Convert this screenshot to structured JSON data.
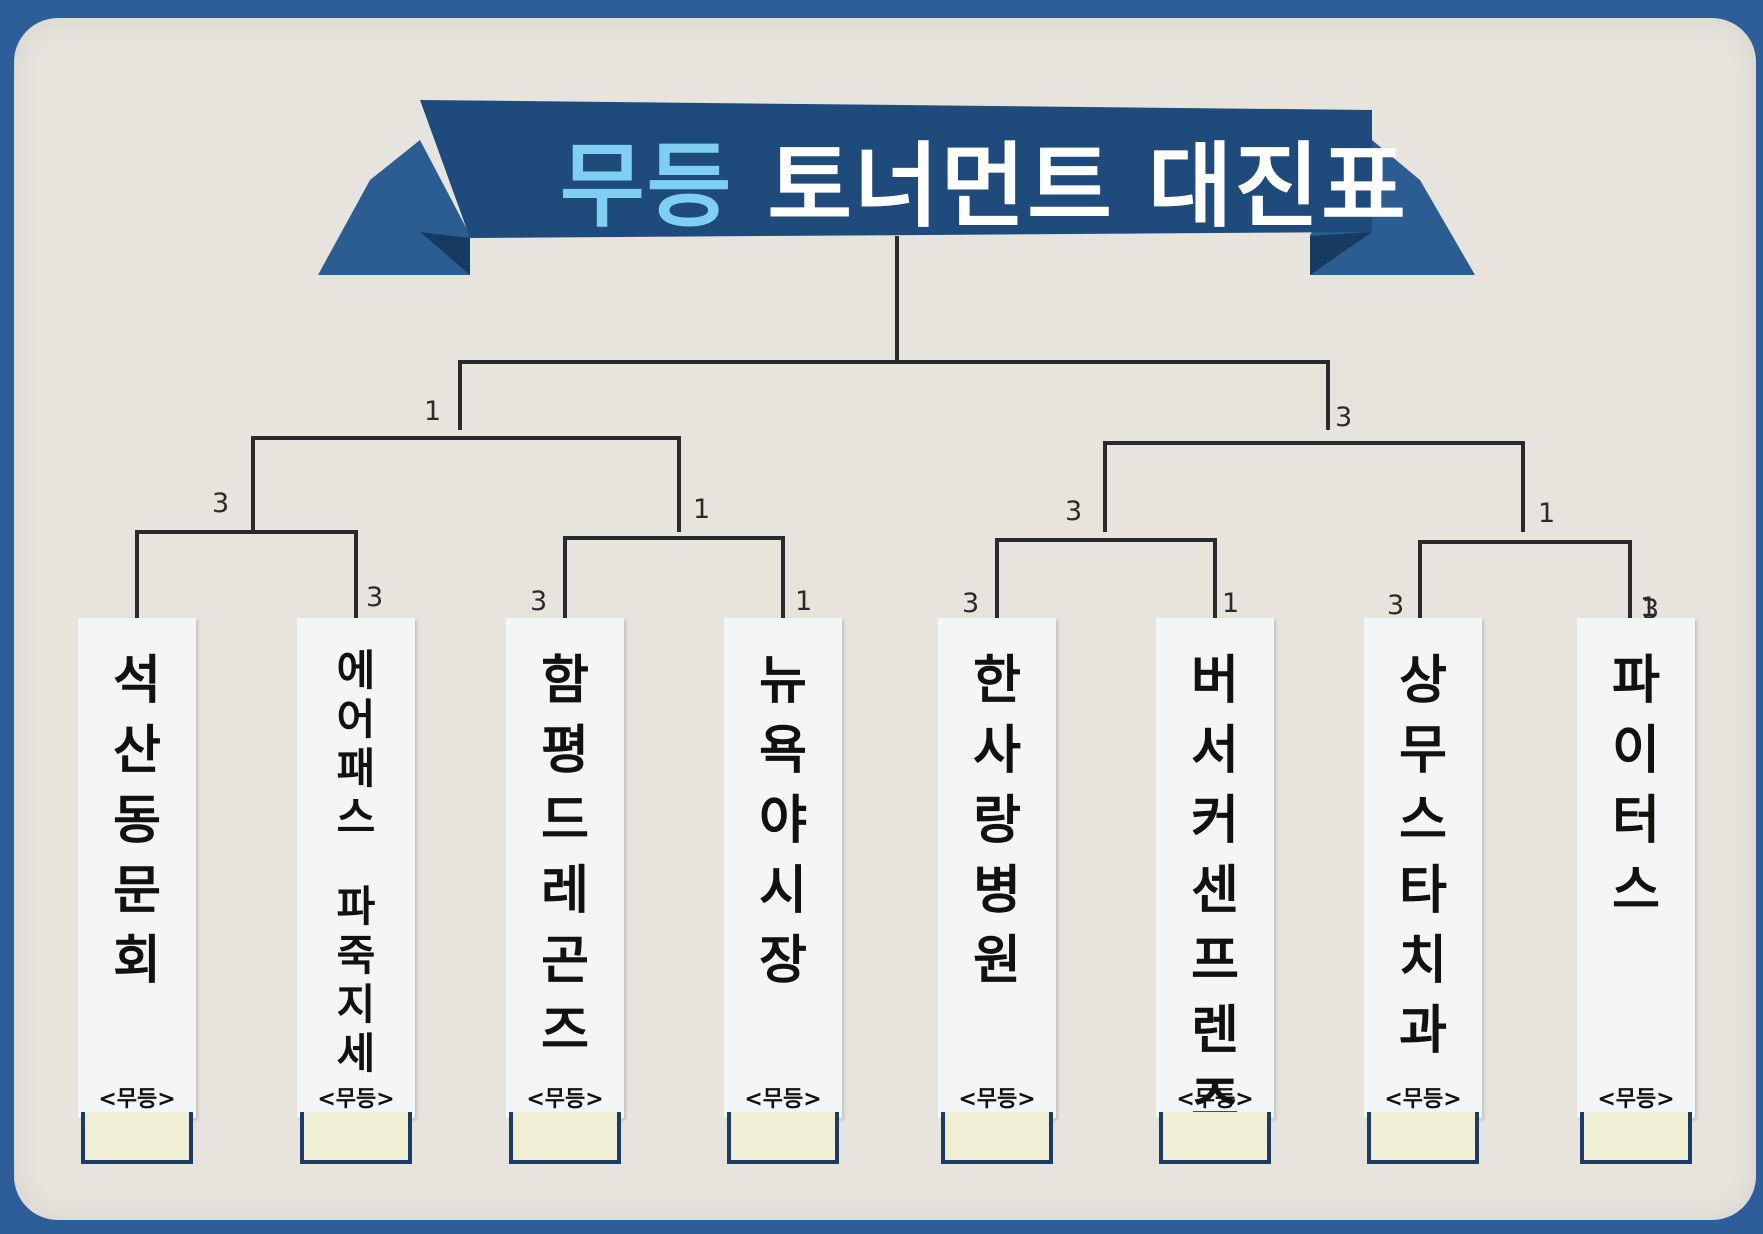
{
  "title": {
    "accent": "무등",
    "rest": "토너먼트 대진표"
  },
  "teams": [
    {
      "name": "석산동문회",
      "league": "<무등>"
    },
    {
      "name": "에어패스 파죽지세",
      "league": "<무등>"
    },
    {
      "name": "함평드레곤즈",
      "league": "<무등>"
    },
    {
      "name": "뉴욕야시장",
      "league": "<무등>"
    },
    {
      "name": "한사랑병원",
      "league": "<무등>"
    },
    {
      "name": "버서커센프렌즈",
      "league": "<무등>"
    },
    {
      "name": "상무스타치과",
      "league": "<무등>"
    },
    {
      "name": "파이터스",
      "league": "<무등>"
    }
  ],
  "scores": {
    "first_round": [
      "3",
      "3",
      "1",
      "3",
      "1",
      "3",
      "1",
      "3"
    ],
    "semi_final": [
      "3",
      "1",
      "3",
      "1"
    ],
    "final": [
      "1",
      "3"
    ]
  },
  "colors": {
    "banner": "#1e4a7c",
    "banner_dark": "#173a63",
    "accent_text": "#7fd0f0",
    "line": "#2a2a2a"
  }
}
